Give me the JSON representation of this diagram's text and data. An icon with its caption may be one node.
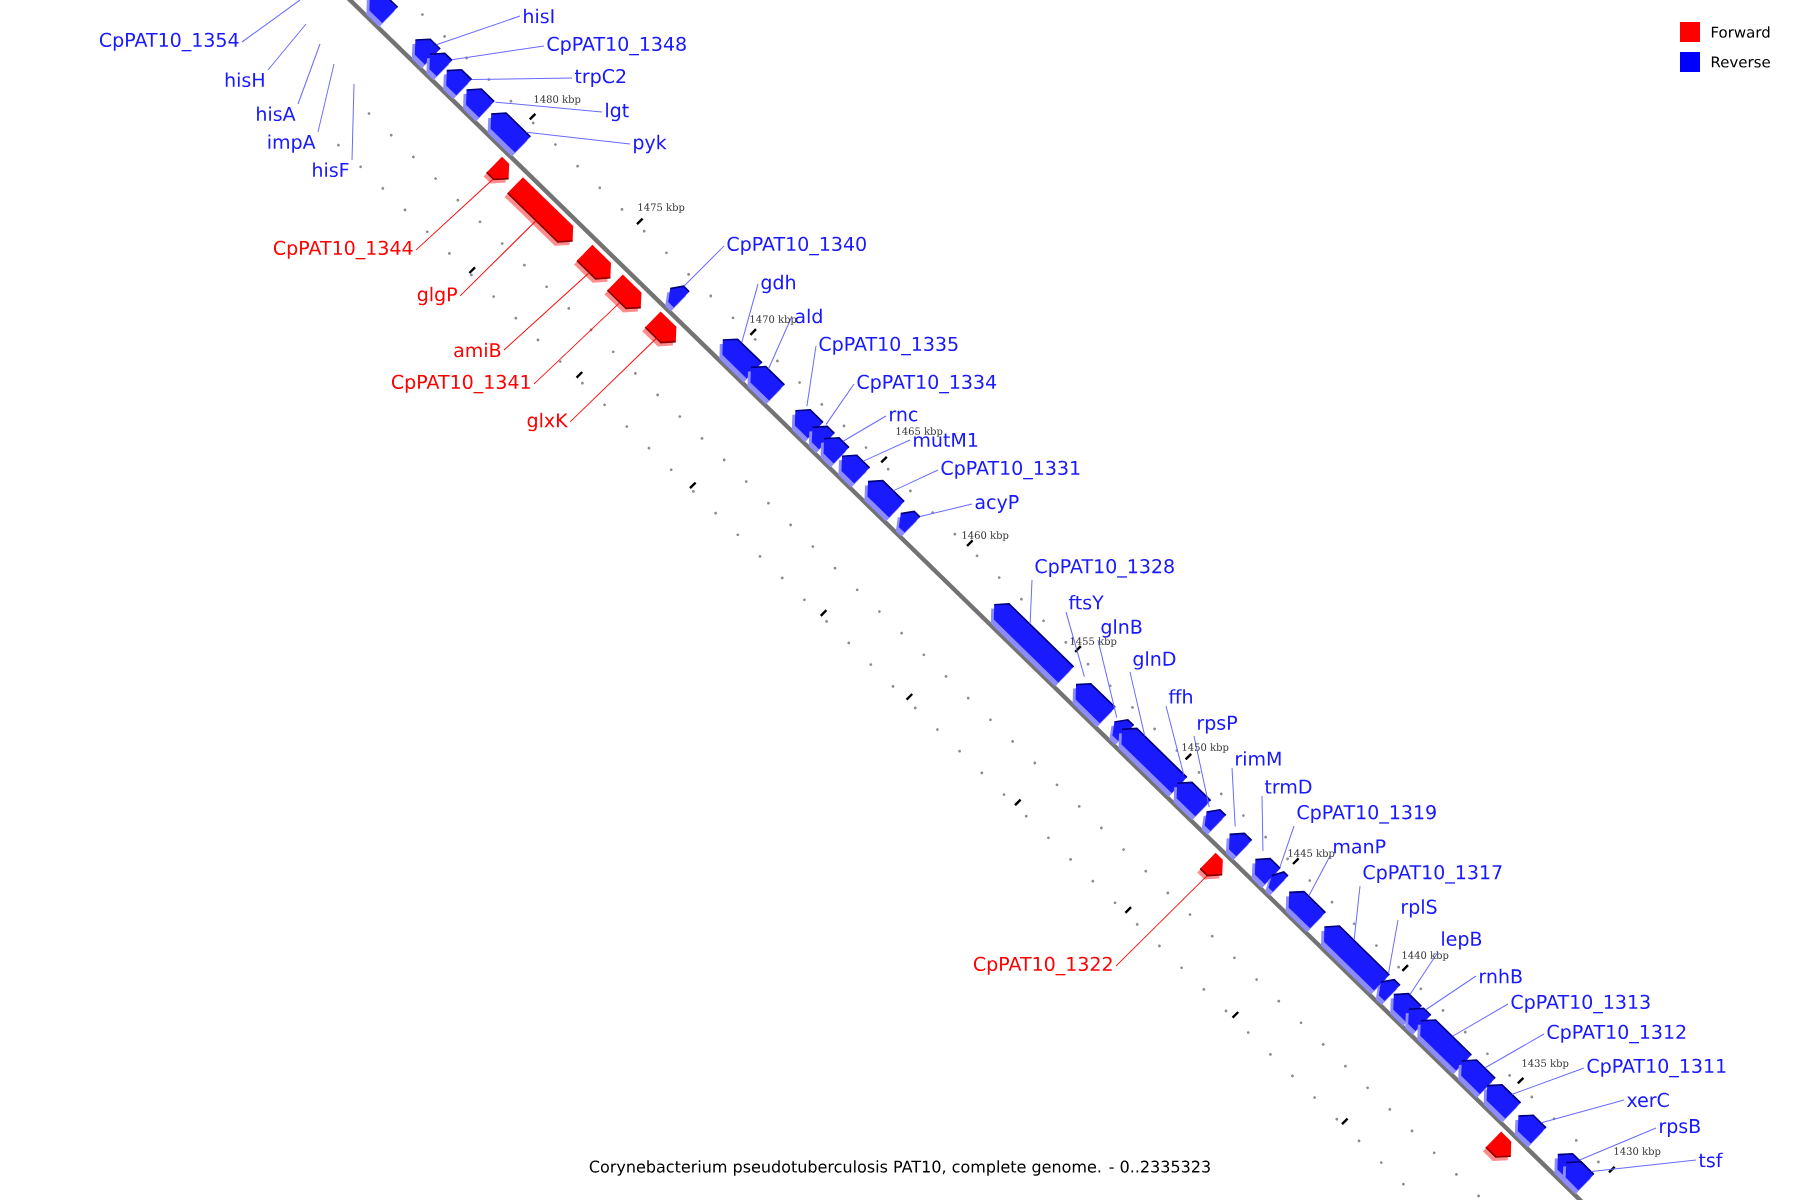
{
  "diagram": {
    "caption": "Corynebacterium pseudotuberculosis PAT10, complete genome. - 0..2335323",
    "nodes": [
      {
        "text": [
          "CpPAT10_1354"
        ]
      },
      {
        "text": [
          "hisI"
        ]
      },
      {
        "text": [
          "hisH"
        ]
      },
      {
        "text": [
          "CpPAT10_1348"
        ]
      },
      {
        "text": [
          "trpC2"
        ]
      },
      {
        "text": [
          "hisA"
        ]
      },
      {
        "text": [
          "lgt"
        ]
      },
      {
        "text": [
          "impA"
        ]
      },
      {
        "text": [
          "pyk"
        ]
      },
      {
        "text": [
          "hisF"
        ]
      },
      {
        "text": [
          "CpPAT10_1340"
        ]
      },
      {
        "text": [
          "CpPAT10_1344"
        ]
      },
      {
        "text": [
          "gdh"
        ]
      },
      {
        "text": [
          "glgP"
        ]
      },
      {
        "text": [
          "ald"
        ]
      },
      {
        "text": [
          "amiB"
        ]
      },
      {
        "text": [
          "CpPAT10_1335"
        ]
      },
      {
        "text": [
          "CpPAT10_1341"
        ]
      },
      {
        "text": [
          "CpPAT10_1334"
        ]
      },
      {
        "text": [
          "rnc"
        ]
      },
      {
        "text": [
          "glxK"
        ]
      },
      {
        "text": [
          "mutM1"
        ]
      },
      {
        "text": [
          "CpPAT10_1331"
        ]
      },
      {
        "text": [
          "acyP"
        ]
      },
      {
        "text": [
          "CpPAT10_1328"
        ]
      },
      {
        "text": [
          "ftsY"
        ]
      },
      {
        "text": [
          "glnB"
        ]
      },
      {
        "text": [
          "glnD"
        ]
      },
      {
        "text": [
          "ffh"
        ]
      },
      {
        "text": [
          "rpsP"
        ]
      },
      {
        "text": [
          "rimM"
        ]
      },
      {
        "text": [
          "trmD"
        ]
      },
      {
        "text": [
          "CpPAT10_1319"
        ]
      },
      {
        "text": [
          "manP"
        ]
      },
      {
        "text": [
          "CpPAT10_1317"
        ]
      },
      {
        "text": [
          "rplS"
        ]
      },
      {
        "text": [
          "lepB"
        ]
      },
      {
        "text": [
          "CpPAT10_1322"
        ]
      },
      {
        "text": [
          "rnhB"
        ]
      },
      {
        "text": [
          "CpPAT10_1313"
        ]
      },
      {
        "text": [
          "CpPAT10_1312"
        ]
      },
      {
        "text": [
          "CpPAT10_1311"
        ]
      },
      {
        "text": [
          "xerC"
        ]
      },
      {
        "text": [
          "rpsB"
        ]
      },
      {
        "text": [
          "tsf"
        ]
      },
      {
        "text": [],
        "shape": "box"
      },
      {
        "text": [],
        "shape": "box"
      },
      {
        "text": [],
        "shape": "box"
      },
      {
        "text": [],
        "shape": "box"
      },
      {
        "text": [],
        "shape": "box"
      },
      {
        "text": [],
        "shape": "box"
      },
      {
        "text": [],
        "shape": "box"
      },
      {
        "text": [],
        "shape": "box"
      },
      {
        "text": [],
        "shape": "box"
      },
      {
        "text": [],
        "shape": "box"
      },
      {
        "text": [],
        "shape": "box"
      },
      {
        "text": [],
        "shape": "box"
      },
      {
        "text": [],
        "shape": "box"
      },
      {
        "text": [],
        "shape": "box"
      },
      {
        "text": [],
        "shape": "box"
      },
      {
        "text": [],
        "shape": "box"
      },
      {
        "text": [],
        "shape": "box"
      },
      {
        "text": [],
        "shape": "box"
      },
      {
        "text": [],
        "shape": "box"
      },
      {
        "text": [],
        "shape": "box"
      },
      {
        "text": [],
        "shape": "box"
      },
      {
        "text": [],
        "shape": "box"
      },
      {
        "text": [],
        "shape": "box"
      },
      {
        "text": [],
        "shape": "box"
      },
      {
        "text": [],
        "shape": "box"
      },
      {
        "text": [],
        "shape": "box"
      },
      {
        "text": [],
        "shape": "box"
      },
      {
        "text": [],
        "shape": "box"
      },
      {
        "text": [],
        "shape": "box"
      },
      {
        "text": [],
        "shape": "box"
      },
      {
        "text": [],
        "shape": "box"
      },
      {
        "text": [],
        "shape": "box"
      },
      {
        "text": [],
        "shape": "box"
      },
      {
        "text": [],
        "shape": "box"
      },
      {
        "text": [],
        "shape": "box"
      },
      {
        "text": [],
        "shape": "box"
      },
      {
        "text": [],
        "shape": "box"
      },
      {
        "text": [],
        "shape": "box"
      },
      {
        "text": [],
        "shape": "box"
      },
      {
        "text": [],
        "shape": "box"
      },
      {
        "text": [],
        "shape": "box"
      },
      {
        "text": [],
        "shape": "box"
      }
    ],
    "edges": [
      {
        "from": 0,
        "to": null,
        "arrow": "none"
      },
      {
        "from": 1,
        "to": 45,
        "arrow": "none"
      },
      {
        "from": 2,
        "to": null,
        "arrow": "none"
      },
      {
        "from": 3,
        "to": 46,
        "arrow": "none"
      },
      {
        "from": 4,
        "to": 47,
        "arrow": "none"
      },
      {
        "from": 5,
        "to": null,
        "arrow": "none"
      },
      {
        "from": 6,
        "to": 48,
        "arrow": "none"
      },
      {
        "from": 7,
        "to": null,
        "arrow": "none"
      },
      {
        "from": 8,
        "to": 50,
        "arrow": "none"
      },
      {
        "from": 9,
        "to": null,
        "arrow": "none"
      },
      {
        "from": 10,
        "to": 55,
        "arrow": "none"
      },
      {
        "from": 11,
        "to": 49,
        "arrow": "none",
        "color": "#ff0000"
      },
      {
        "from": 12,
        "to": 56,
        "arrow": "none"
      },
      {
        "from": 13,
        "to": 51,
        "arrow": "none",
        "color": "#ff0000"
      },
      {
        "from": 14,
        "to": 57,
        "arrow": "none"
      },
      {
        "from": 15,
        "to": 52,
        "arrow": "none",
        "color": "#ff0000"
      },
      {
        "from": 16,
        "to": 58,
        "arrow": "none"
      },
      {
        "from": 17,
        "to": 53,
        "arrow": "none",
        "color": "#ff0000"
      },
      {
        "from": 18,
        "to": 59,
        "arrow": "none"
      },
      {
        "from": 19,
        "to": 60,
        "arrow": "none"
      },
      {
        "from": 20,
        "to": 54,
        "arrow": "none",
        "color": "#ff0000"
      },
      {
        "from": 21,
        "to": 61,
        "arrow": "none"
      },
      {
        "from": 22,
        "to": 62,
        "arrow": "none"
      },
      {
        "from": 23,
        "to": 63,
        "arrow": "none"
      },
      {
        "from": 24,
        "to": 64,
        "arrow": "none"
      },
      {
        "from": 25,
        "to": 65,
        "arrow": "none"
      },
      {
        "from": 26,
        "to": 66,
        "arrow": "none"
      },
      {
        "from": 27,
        "to": 67,
        "arrow": "none"
      },
      {
        "from": 28,
        "to": 68,
        "arrow": "none"
      },
      {
        "from": 29,
        "to": 70,
        "arrow": "none"
      },
      {
        "from": 30,
        "to": 71,
        "arrow": "none"
      },
      {
        "from": 31,
        "to": 72,
        "arrow": "none"
      },
      {
        "from": 32,
        "to": 73,
        "arrow": "none"
      },
      {
        "from": 33,
        "to": 74,
        "arrow": "none"
      },
      {
        "from": 34,
        "to": 75,
        "arrow": "none"
      },
      {
        "from": 35,
        "to": 76,
        "arrow": "none"
      },
      {
        "from": 36,
        "to": 77,
        "arrow": "none"
      },
      {
        "from": 37,
        "to": 69,
        "arrow": "none",
        "color": "#ff0000"
      },
      {
        "from": 38,
        "to": 78,
        "arrow": "none"
      },
      {
        "from": 39,
        "to": 79,
        "arrow": "none"
      },
      {
        "from": 40,
        "to": 80,
        "arrow": "none"
      },
      {
        "from": 41,
        "to": 81,
        "arrow": "none"
      },
      {
        "from": 42,
        "to": 82,
        "arrow": "none"
      },
      {
        "from": 43,
        "to": 83,
        "arrow": "none"
      },
      {
        "from": 44,
        "to": 84,
        "arrow": "none"
      }
    ],
    "labels": [
      "1480 kbp",
      "1475 kbp",
      "1470 kbp",
      "1465 kbp",
      "1460 kbp",
      "1455 kbp",
      "1450 kbp",
      "1445 kbp",
      "1440 kbp",
      "1435 kbp",
      "1430 kbp"
    ],
    "legend": [
      {
        "text": "Forward",
        "color": "#ff0000"
      },
      {
        "text": "Reverse",
        "color": "#0000ff"
      }
    ]
  }
}
